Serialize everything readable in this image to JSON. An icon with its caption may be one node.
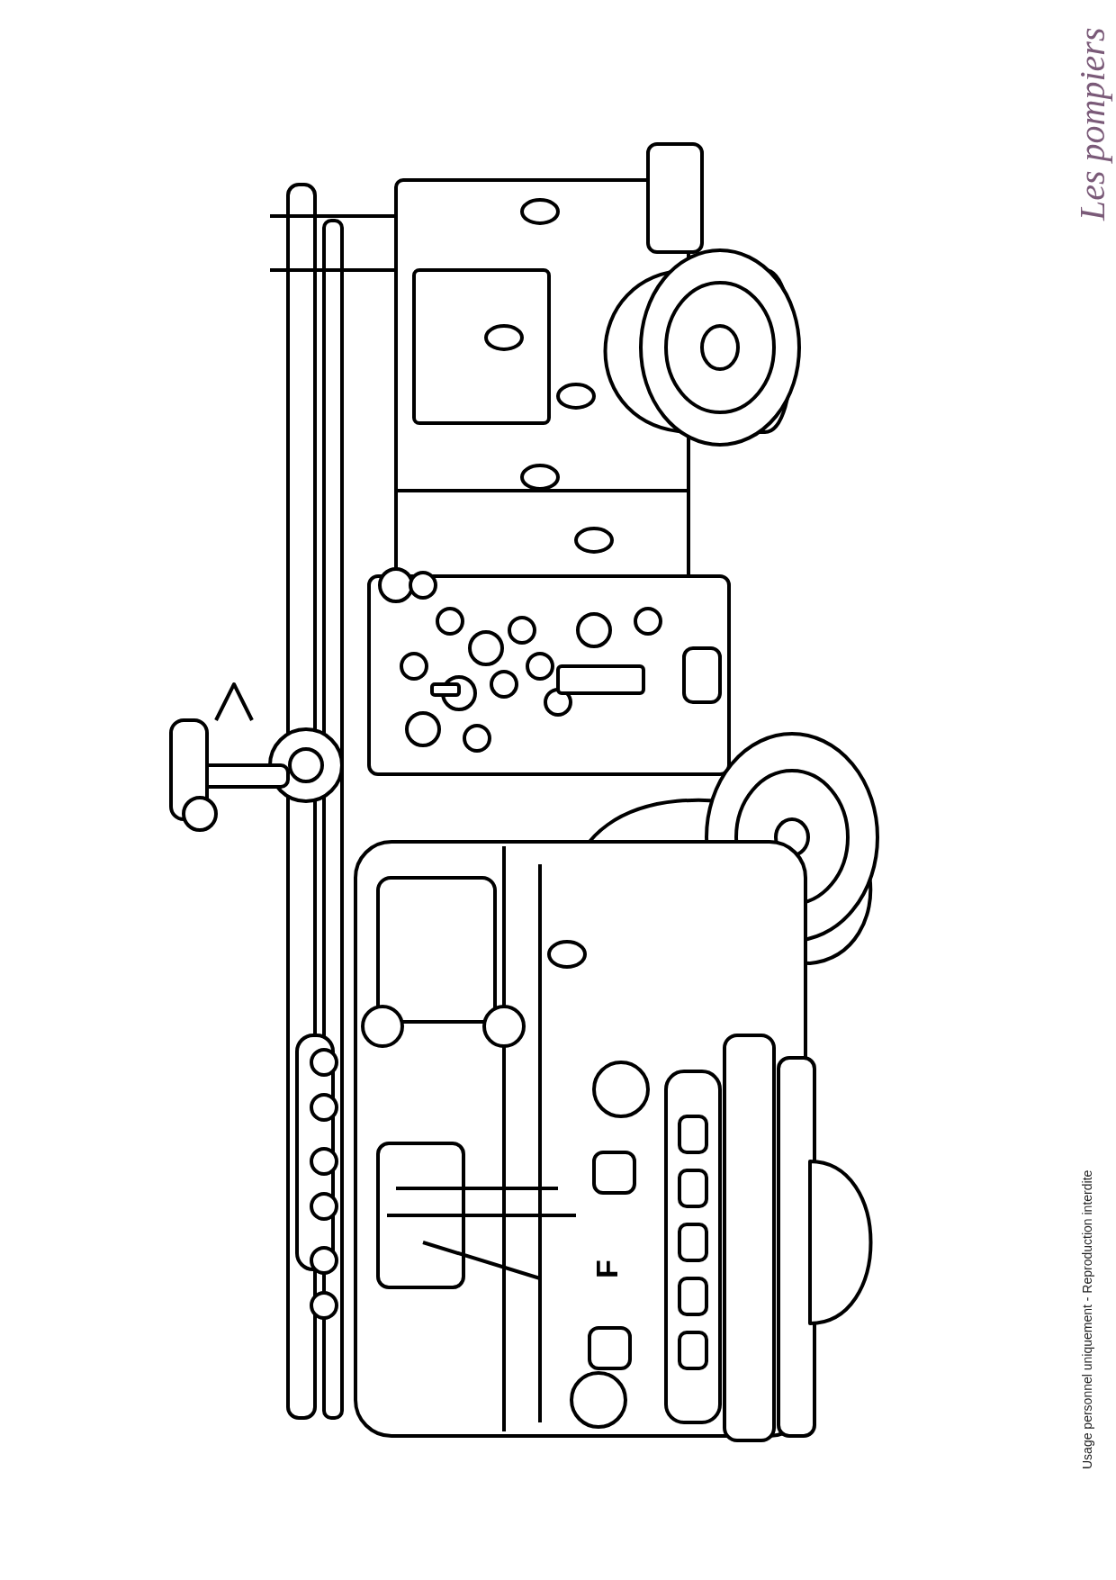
{
  "diagram": {
    "title": "Les pompiers",
    "labels": [
      "F",
      "Usage personnel uniquement - Reproduction interdite"
    ]
  }
}
